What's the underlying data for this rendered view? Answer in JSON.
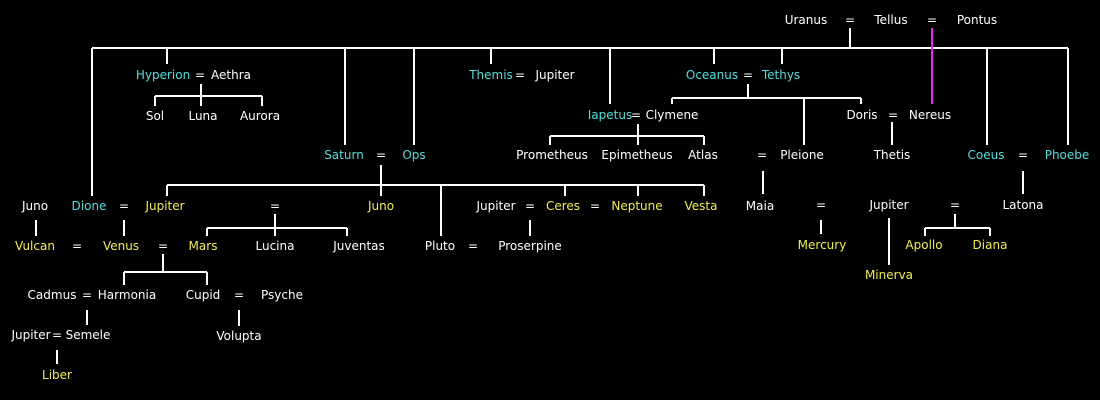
{
  "colors": {
    "background": "#000000",
    "white": "#ffffff",
    "cyan": "#55dddd",
    "yellow": "#eeee55",
    "magenta": "#ee22ee"
  },
  "eq": "=",
  "nodes": {
    "uranus": {
      "label": "Uranus",
      "color": "white"
    },
    "tellus": {
      "label": "Tellus",
      "color": "white"
    },
    "pontus": {
      "label": "Pontus",
      "color": "white"
    },
    "hyperion": {
      "label": "Hyperion",
      "color": "cyan"
    },
    "aethra": {
      "label": "Aethra",
      "color": "white"
    },
    "themis": {
      "label": "Themis",
      "color": "cyan"
    },
    "jupiter_themis": {
      "label": "Jupiter",
      "color": "white"
    },
    "oceanus": {
      "label": "Oceanus",
      "color": "cyan"
    },
    "tethys": {
      "label": "Tethys",
      "color": "cyan"
    },
    "sol": {
      "label": "Sol",
      "color": "white"
    },
    "luna": {
      "label": "Luna",
      "color": "white"
    },
    "aurora": {
      "label": "Aurora",
      "color": "white"
    },
    "iapetus": {
      "label": "Iapetus",
      "color": "cyan"
    },
    "clymene": {
      "label": "Clymene",
      "color": "white"
    },
    "doris": {
      "label": "Doris",
      "color": "white"
    },
    "nereus": {
      "label": "Nereus",
      "color": "white"
    },
    "saturn": {
      "label": "Saturn",
      "color": "cyan"
    },
    "ops": {
      "label": "Ops",
      "color": "cyan"
    },
    "prometheus": {
      "label": "Prometheus",
      "color": "white"
    },
    "epimetheus": {
      "label": "Epimetheus",
      "color": "white"
    },
    "atlas": {
      "label": "Atlas",
      "color": "white"
    },
    "pleione": {
      "label": "Pleione",
      "color": "white"
    },
    "thetis": {
      "label": "Thetis",
      "color": "white"
    },
    "coeus": {
      "label": "Coeus",
      "color": "cyan"
    },
    "phoebe": {
      "label": "Phoebe",
      "color": "cyan"
    },
    "juno_left": {
      "label": "Juno",
      "color": "white"
    },
    "dione": {
      "label": "Dione",
      "color": "cyan"
    },
    "jupiter_main": {
      "label": "Jupiter",
      "color": "yellow"
    },
    "juno_main": {
      "label": "Juno",
      "color": "yellow"
    },
    "jupiter_ceres": {
      "label": "Jupiter",
      "color": "white"
    },
    "ceres": {
      "label": "Ceres",
      "color": "yellow"
    },
    "neptune": {
      "label": "Neptune",
      "color": "yellow"
    },
    "vesta": {
      "label": "Vesta",
      "color": "yellow"
    },
    "maia": {
      "label": "Maia",
      "color": "white"
    },
    "jupiter_latona": {
      "label": "Jupiter",
      "color": "white"
    },
    "latona": {
      "label": "Latona",
      "color": "white"
    },
    "vulcan": {
      "label": "Vulcan",
      "color": "yellow"
    },
    "venus": {
      "label": "Venus",
      "color": "yellow"
    },
    "mars": {
      "label": "Mars",
      "color": "yellow"
    },
    "lucina": {
      "label": "Lucina",
      "color": "white"
    },
    "juventas": {
      "label": "Juventas",
      "color": "white"
    },
    "pluto": {
      "label": "Pluto",
      "color": "white"
    },
    "proserpine": {
      "label": "Proserpine",
      "color": "white"
    },
    "mercury": {
      "label": "Mercury",
      "color": "yellow"
    },
    "apollo": {
      "label": "Apollo",
      "color": "yellow"
    },
    "diana": {
      "label": "Diana",
      "color": "yellow"
    },
    "minerva": {
      "label": "Minerva",
      "color": "yellow"
    },
    "cadmus": {
      "label": "Cadmus",
      "color": "white"
    },
    "harmonia": {
      "label": "Harmonia",
      "color": "white"
    },
    "cupid": {
      "label": "Cupid",
      "color": "white"
    },
    "psyche": {
      "label": "Psyche",
      "color": "white"
    },
    "jupiter_semele": {
      "label": "Jupiter",
      "color": "white"
    },
    "semele": {
      "label": "Semele",
      "color": "white"
    },
    "volupta": {
      "label": "Volupta",
      "color": "white"
    },
    "liber": {
      "label": "Liber",
      "color": "yellow"
    }
  }
}
